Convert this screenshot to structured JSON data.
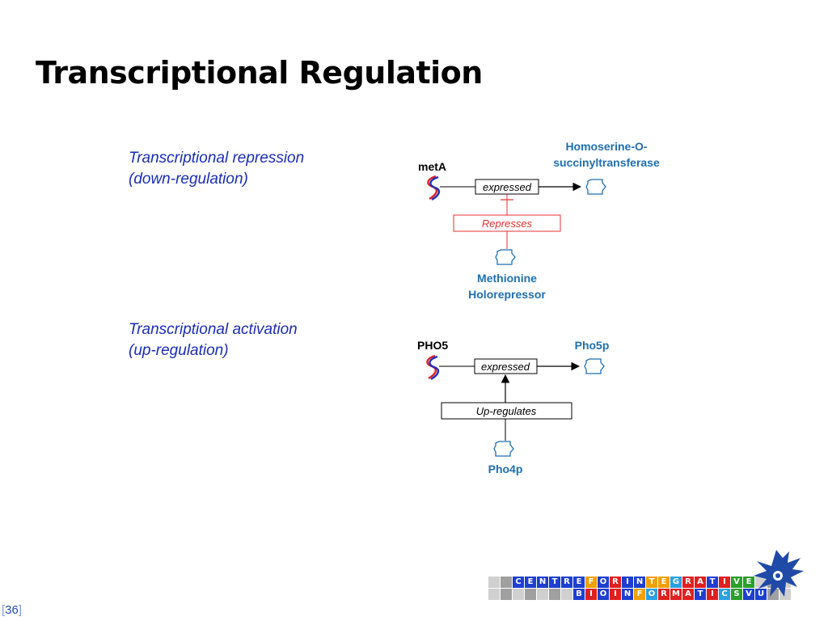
{
  "slide": {
    "title": "Transcriptional Regulation",
    "page_number": "36"
  },
  "repression": {
    "heading_line1": "Transcriptional repression",
    "heading_line2": "(down-regulation)",
    "gene": "metA",
    "product_line1": "Homoserine-O-",
    "product_line2": "succinyltransferase",
    "expressed_label": "expressed",
    "regulation_label": "Represses",
    "regulator_line1": "Methionine",
    "regulator_line2": "Holorepressor"
  },
  "activation": {
    "heading_line1": "Transcriptional activation",
    "heading_line2": "(up-regulation)",
    "gene": "PHO5",
    "product": "Pho5p",
    "expressed_label": "expressed",
    "regulation_label": "Up-regulates",
    "regulator": "Pho4p"
  },
  "logo": {
    "row1": [
      "",
      "",
      "C",
      "E",
      "N",
      "T",
      "R",
      "E",
      "F",
      "O",
      "R",
      "I",
      "N",
      "T",
      "E",
      "G",
      "R",
      "A",
      "T",
      "I",
      "V",
      "E",
      "",
      "",
      ""
    ],
    "row2": [
      "",
      "",
      "",
      "",
      "",
      "",
      "",
      "B",
      "I",
      "O",
      "I",
      "N",
      "F",
      "O",
      "R",
      "M",
      "A",
      "T",
      "I",
      "C",
      "S",
      "V",
      "U",
      "",
      ""
    ],
    "row1_colors": [
      "",
      "",
      "#1e3fd0",
      "#1e3fd0",
      "#1e3fd0",
      "#1e3fd0",
      "#1e3fd0",
      "#1e3fd0",
      "#f0a000",
      "#1e3fd0",
      "#e02020",
      "#1e3fd0",
      "#1e3fd0",
      "#f0a000",
      "#f0a000",
      "#2aa0e0",
      "#e02020",
      "#e02020",
      "#1e3fd0",
      "#e02020",
      "#2aa02a",
      "#2aa02a",
      "",
      "",
      ""
    ],
    "row2_colors": [
      "",
      "",
      "",
      "",
      "",
      "",
      "",
      "#1e3fd0",
      "#e02020",
      "#1e3fd0",
      "#e02020",
      "#1e3fd0",
      "#f0a000",
      "#2aa0e0",
      "#e02020",
      "#e02020",
      "#e02020",
      "#1e3fd0",
      "#e02020",
      "#2aa0e0",
      "#2aa02a",
      "#1e3fd0",
      "#1e3fd0",
      "",
      ""
    ]
  },
  "colors": {
    "heading_blue": "#1a2db8",
    "protein_blue": "#1f6fb2",
    "repress_red": "#e83030",
    "arrow_black": "#000000"
  }
}
